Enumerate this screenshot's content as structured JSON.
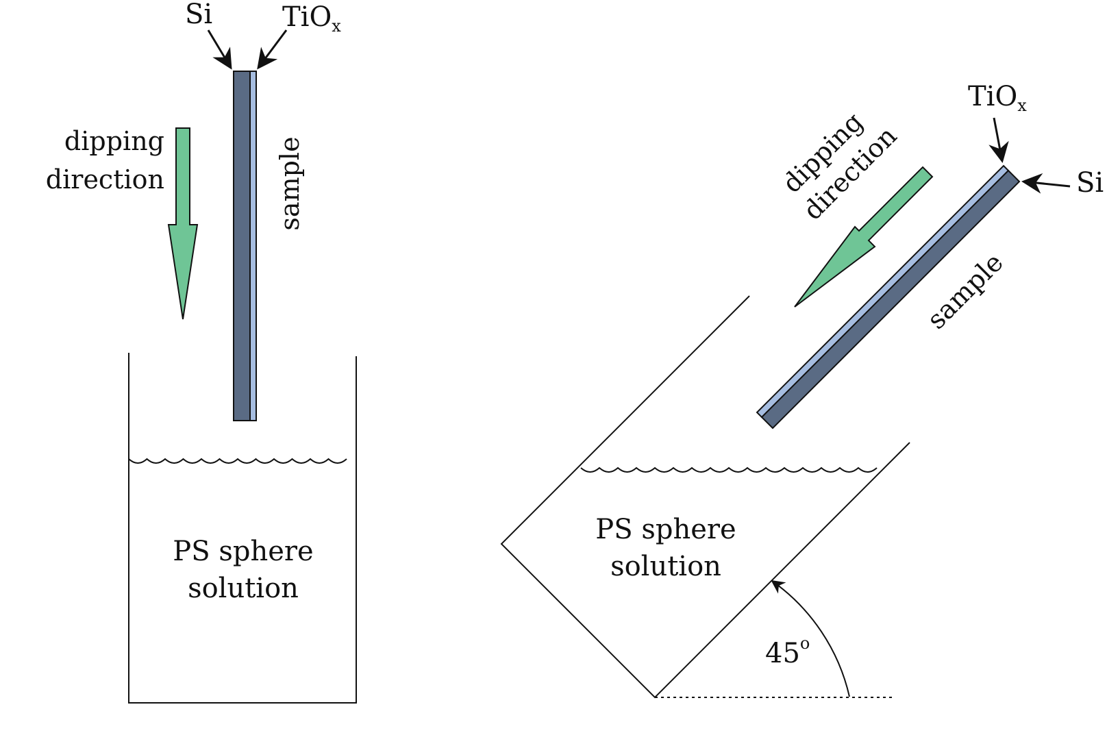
{
  "colors": {
    "silicon": "#5a6b84",
    "tiox": "#a6bde0",
    "arrow_fill": "#6fc596",
    "stroke": "#111111"
  },
  "left_panel": {
    "si_label": "Si",
    "tiox_label_main": "TiO",
    "tiox_label_sub": "x",
    "sample_label": "sample",
    "dipping_line1": "dipping",
    "dipping_line2": "direction",
    "solution_line1": "PS sphere",
    "solution_line2": "solution"
  },
  "right_panel": {
    "si_label": "Si",
    "tiox_label_main": "TiO",
    "tiox_label_sub": "x",
    "sample_label": "sample",
    "dipping_line1": "dipping",
    "dipping_line2": "direction",
    "solution_line1": "PS sphere",
    "solution_line2": "solution",
    "angle_value": "45",
    "angle_unit": "o"
  }
}
